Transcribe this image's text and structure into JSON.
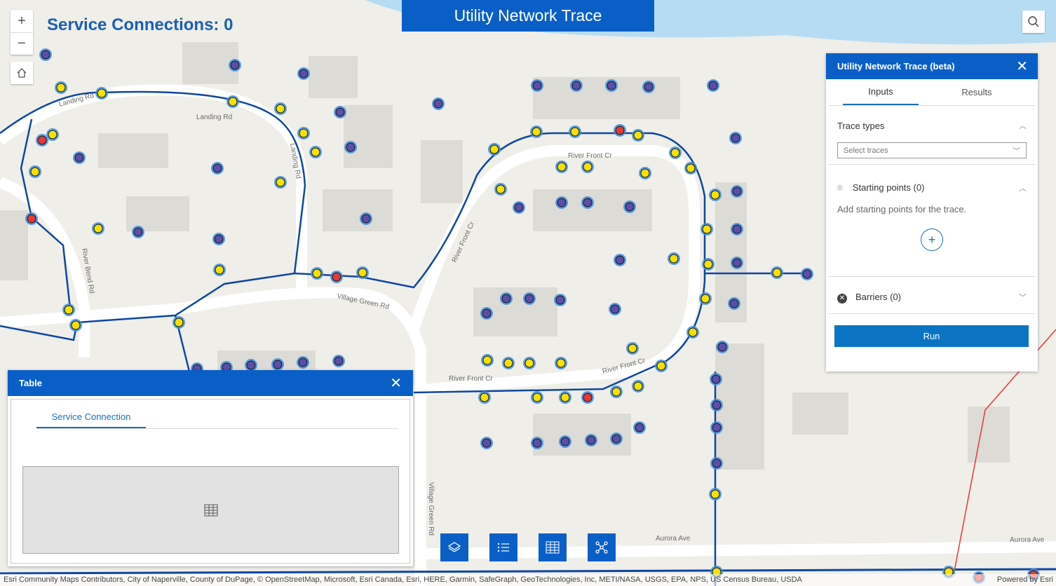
{
  "app": {
    "title": "Utility Network Trace",
    "service_connections": "Service Connections: 0"
  },
  "map": {
    "labels": {
      "landing1": "Landing Rd",
      "landing2": "Landing Rd",
      "landing3": "Landing Rd",
      "riverfront1": "River Front Cr",
      "riverfront2": "River Front Cr",
      "riverfront3": "River Front Cr",
      "riverfront4": "River Front Cr",
      "villagegreen1": "Village Green Rd",
      "villagegreen2": "Village Green Rd",
      "riverbend": "River Bend Rd",
      "aurora1": "Aurora Ave",
      "aurora2": "Aurora Ave"
    },
    "zoom_in": "+",
    "zoom_out": "−",
    "attribution": "Esri Community Maps Contributors, City of Naperville, County of DuPage, © OpenStreetMap, Microsoft, Esri Canada, Esri, HERE, Garmin, SafeGraph, GeoTechnologies, Inc, METI/NASA, USGS, EPA, NPS, US Census Bureau, USDA",
    "powered_by": "Powered by Esri"
  },
  "trace_panel": {
    "title": "Utility Network Trace (beta)",
    "tabs": [
      "Inputs",
      "Results"
    ],
    "trace_types": "Trace types",
    "select_placeholder": "Select traces",
    "starting_points": "Starting points (0)",
    "starting_hint": "Add starting points for the trace.",
    "barriers": "Barriers (0)",
    "run": "Run"
  },
  "table_panel": {
    "title": "Table",
    "tab": "Service Connection"
  },
  "colors": {
    "accent": "#0a5fc7",
    "network": "#0d47a1",
    "marker": "#3f8fe0",
    "fault": "#e53935"
  }
}
